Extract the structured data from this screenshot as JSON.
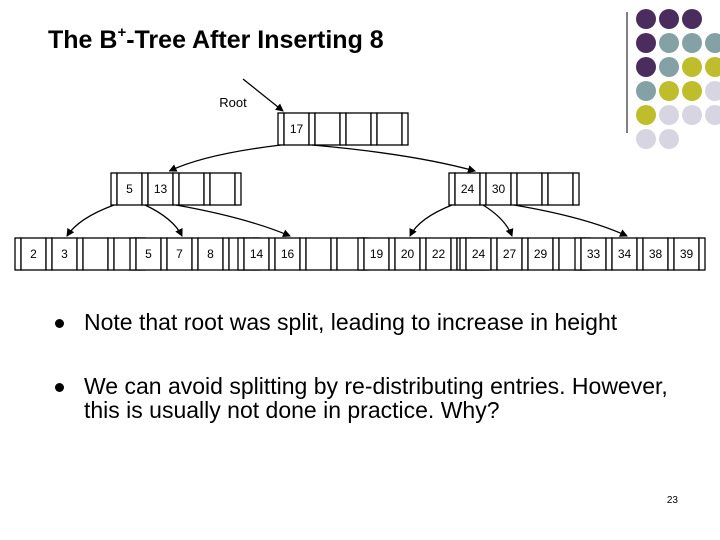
{
  "slide": {
    "title_main": "The B",
    "title_sup": "+",
    "title_rest": "-Tree After Inserting 8",
    "page_number": "23"
  },
  "tree": {
    "root_label": "Root",
    "root": {
      "keys": [
        "17"
      ]
    },
    "internal": [
      {
        "keys": [
          "5",
          "13"
        ]
      },
      {
        "keys": [
          "24",
          "30"
        ]
      }
    ],
    "leaves": [
      {
        "keys": [
          "2",
          "3"
        ]
      },
      {
        "keys": [
          "5",
          "7",
          "8"
        ]
      },
      {
        "keys": [
          "14",
          "16"
        ]
      },
      {
        "keys": [
          "19",
          "20",
          "22"
        ]
      },
      {
        "keys": [
          "24",
          "27",
          "29"
        ]
      },
      {
        "keys": [
          "33",
          "34",
          "38",
          "39"
        ]
      }
    ]
  },
  "bullets": [
    "Note that root was split, leading to increase in height",
    "We can avoid splitting by re-distributing entries. However, this is usually not done in practice. Why?"
  ],
  "colors": {
    "purple": "#4b2c5e",
    "teal": "#84a2a5",
    "olive": "#bfbd2b",
    "lavender": "#d7d5e2",
    "divider": "#555555"
  }
}
